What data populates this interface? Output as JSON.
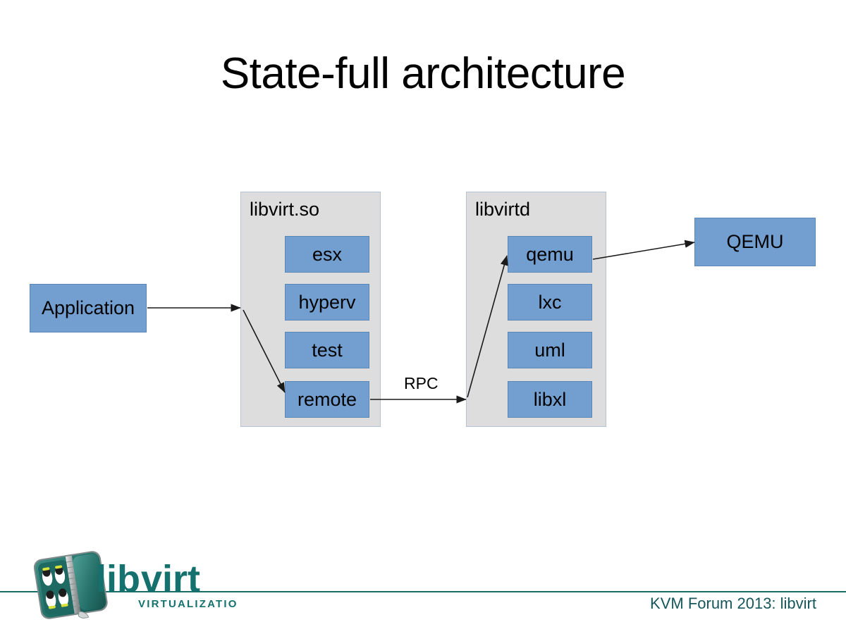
{
  "slide": {
    "title": "State-full architecture",
    "background": "#ffffff"
  },
  "diagram": {
    "groups": [
      {
        "id": "libvirt-so",
        "label": "libvirt.so",
        "drivers": [
          "esx",
          "hyperv",
          "test",
          "remote"
        ]
      },
      {
        "id": "libvirtd",
        "label": "libvirtd",
        "drivers": [
          "qemu",
          "lxc",
          "uml",
          "libxl"
        ]
      }
    ],
    "nodes": {
      "application": "Application",
      "qemu_external": "QEMU"
    },
    "edge_labels": {
      "rpc": "RPC"
    },
    "colors": {
      "box_fill": "#729fcf",
      "box_border": "#5b87b8",
      "group_fill": "#dddddd",
      "group_border": "#b6c3d2",
      "arrow": "#1a1a1a",
      "text": "#000000"
    }
  },
  "footer": {
    "text": "KVM Forum 2013: libvirt",
    "rule_color": "#1a6b6b",
    "text_color": "#16565c",
    "logo": {
      "wordmark_lib": "lib",
      "wordmark_virt": "virt",
      "tagline": "VIRTUALIZATION API",
      "color": "#14716e"
    }
  }
}
